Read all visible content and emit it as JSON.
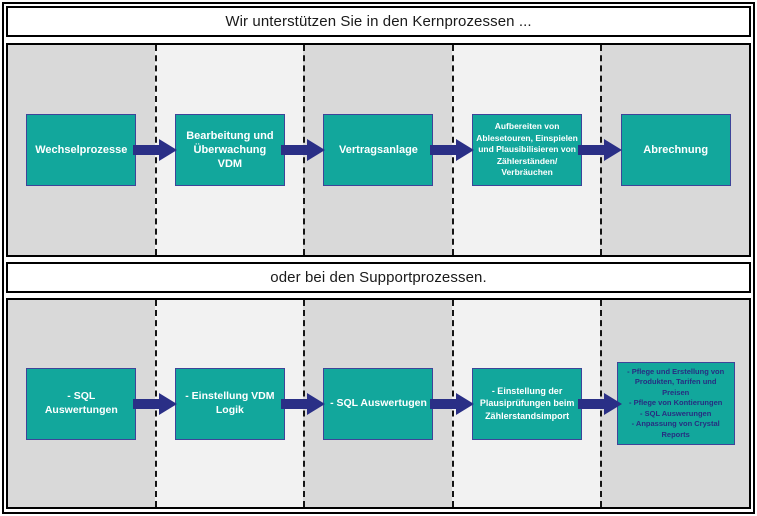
{
  "colors": {
    "teal": "#12A79C",
    "box_border": "#3E4499",
    "arrow": "#2A2F86",
    "navy_text": "#272E81",
    "column_dark": "#D9D9D9",
    "column_light": "#F2F2F2"
  },
  "sections": [
    {
      "title": "Wir unterstützen Sie in den Kernprozessen ...",
      "steps": [
        {
          "label": "Wechselprozesse"
        },
        {
          "label": "Bearbeitung und\nÜberwachung\nVDM"
        },
        {
          "label": "Vertragsanlage"
        },
        {
          "label": "Aufbereiten von\nAblesetouren, Einspielen\nund Plausibilisieren von\nZählerständen/\nVerbräuchen"
        },
        {
          "label": "Abrechnung"
        }
      ]
    },
    {
      "title": "oder bei den Supportprozessen.",
      "steps": [
        {
          "label": "- SQL\nAuswertungen"
        },
        {
          "label": "- Einstellung VDM\nLogik"
        },
        {
          "label": "- SQL Auswertugen"
        },
        {
          "label": "- Einstellung der\nPlausiprüfungen beim\nZählerstandsimport"
        },
        {
          "label": "- Pflege und Erstellung von\nProdukten, Tarifen und\nPreisen\n- Pflege von Kontierungen\n- SQL Auswerungen\n- Anpassung von Crystal\nReports"
        }
      ]
    }
  ]
}
